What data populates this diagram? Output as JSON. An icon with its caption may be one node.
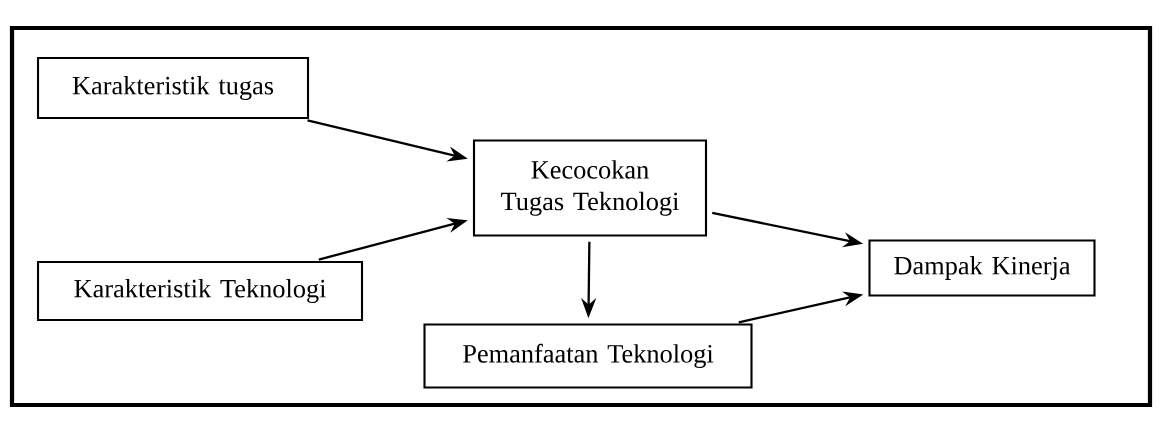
{
  "diagram": {
    "nodes": [
      {
        "text": [
          "Karakteristik tugas"
        ]
      },
      {
        "text": [
          "Karakteristik Teknologi"
        ]
      },
      {
        "text": [
          "Kecocokan Tugas Teknologi"
        ]
      },
      {
        "text": [
          "Pemanfaatan Teknologi"
        ]
      },
      {
        "text": [
          "Dampak Kinerja"
        ]
      }
    ],
    "edges": [
      {
        "from": 0,
        "to": 2,
        "arrow": "to"
      },
      {
        "from": 1,
        "to": 2,
        "arrow": "to"
      },
      {
        "from": 2,
        "to": 3,
        "arrow": "to"
      },
      {
        "from": 2,
        "to": 4,
        "arrow": "to"
      },
      {
        "from": 3,
        "to": 4,
        "arrow": "to"
      }
    ]
  }
}
